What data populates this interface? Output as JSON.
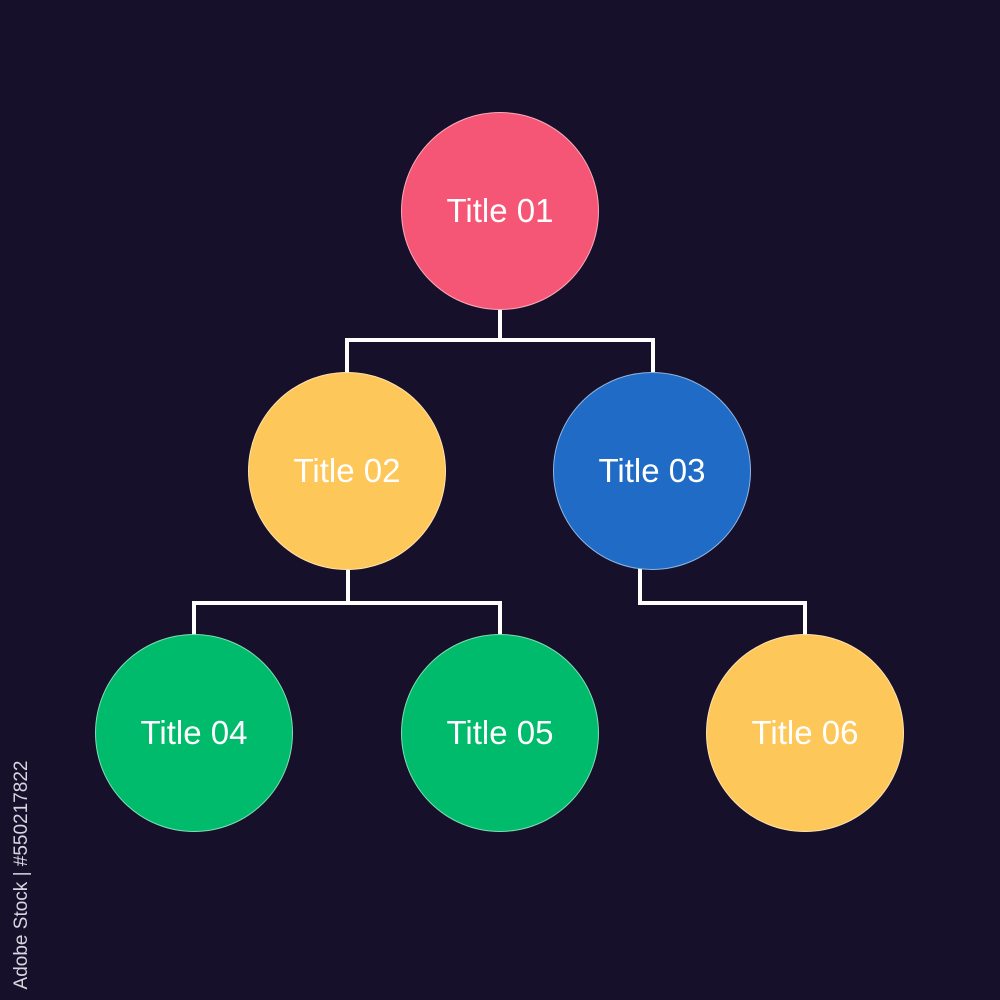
{
  "colors": {
    "background": "#17102a",
    "connector": "#ffffff",
    "pink": "#f55675",
    "yellow": "#fec75a",
    "blue": "#1f6bc5",
    "green": "#00bb6b"
  },
  "nodes": [
    {
      "id": "n1",
      "label": "Title 01",
      "color": "#f55675",
      "parent": null
    },
    {
      "id": "n2",
      "label": "Title 02",
      "color": "#fec75a",
      "parent": "n1"
    },
    {
      "id": "n3",
      "label": "Title 03",
      "color": "#1f6bc5",
      "parent": "n1"
    },
    {
      "id": "n4",
      "label": "Title 04",
      "color": "#00bb6b",
      "parent": "n2"
    },
    {
      "id": "n5",
      "label": "Title 05",
      "color": "#00bb6b",
      "parent": "n2"
    },
    {
      "id": "n6",
      "label": "Title 06",
      "color": "#fec75a",
      "parent": "n3"
    }
  ],
  "credit": "Adobe Stock | #550217822"
}
